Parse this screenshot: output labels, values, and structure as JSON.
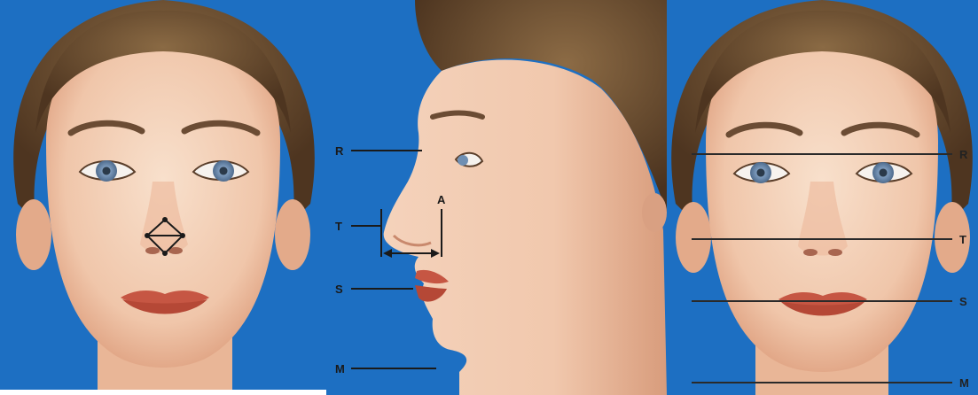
{
  "profile_labels": {
    "r": "R",
    "t": "T",
    "a": "A",
    "s": "S",
    "m": "M"
  },
  "line_labels": {
    "r": "R",
    "t": "T",
    "s": "S",
    "m": "M"
  },
  "colors": {
    "background_blue": "#1d6fc2",
    "skin": "#f2cdb4",
    "skin_shadow": "#e2a98a",
    "hair": "#6a4b2e",
    "lips": "#c85a48",
    "iris": "#6f8fb3",
    "line": "#2a2a2a"
  }
}
